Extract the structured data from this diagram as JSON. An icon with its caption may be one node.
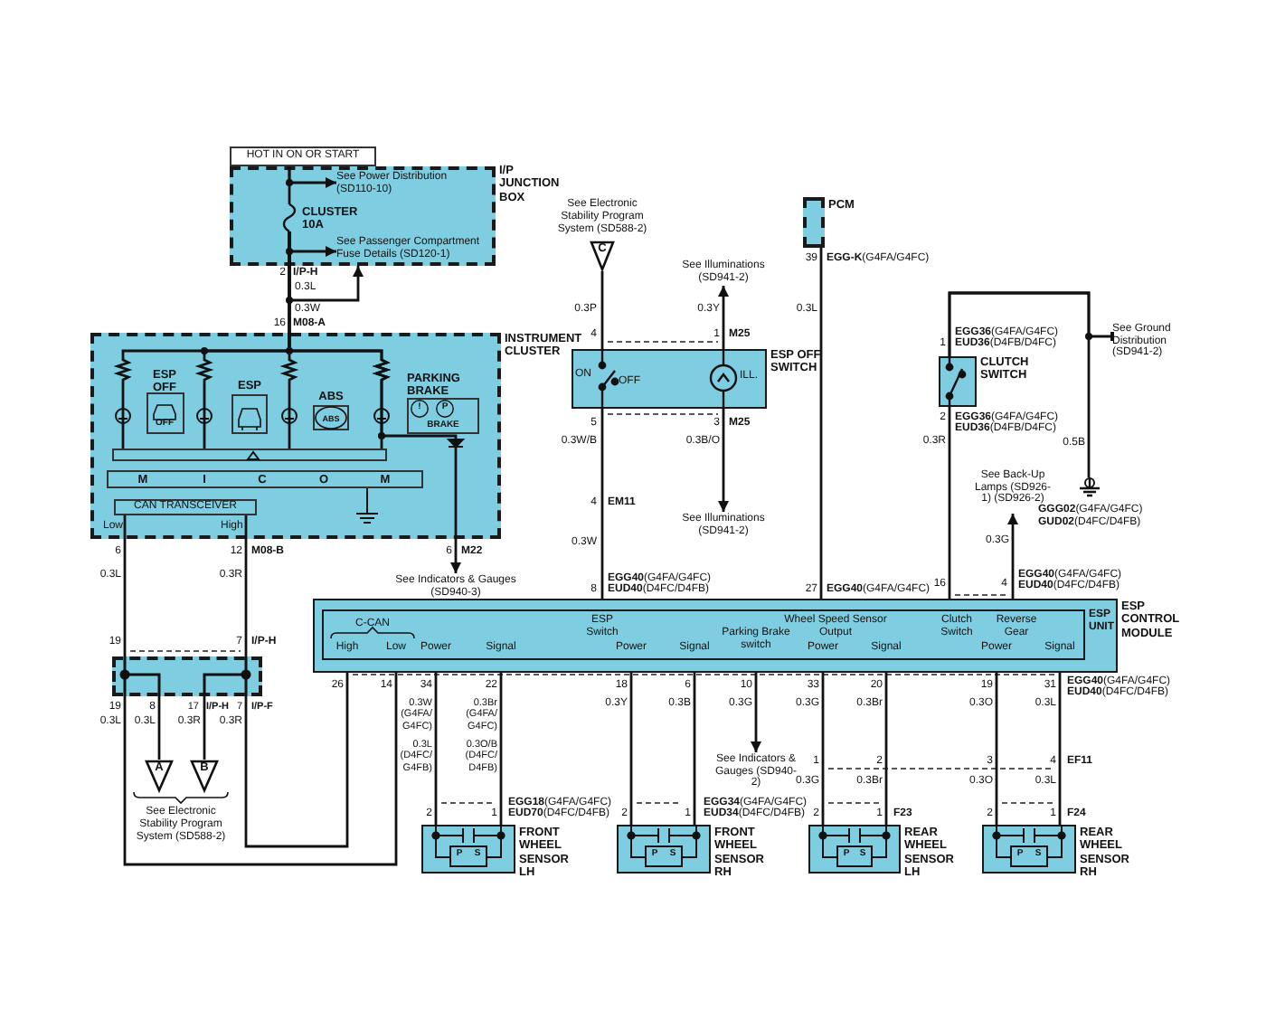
{
  "diagram": {
    "nodes": [
      {
        "text": [
          "HOT IN ON OR START"
        ]
      },
      {
        "text": [
          "I/P JUNCTION BOX"
        ]
      },
      {
        "text": [
          "See Power Distribution (SD110-10)"
        ],
        "in": 1
      },
      {
        "text": [
          "CLUSTER 10A"
        ],
        "in": 1
      },
      {
        "text": [
          "See Passenger Compartment Fuse Details (SD120-1)"
        ],
        "in": 1
      },
      {
        "text": [
          "INSTRUMENT CLUSTER"
        ]
      },
      {
        "text": [
          "ESP OFF",
          "OFF"
        ],
        "in": 5
      },
      {
        "text": [
          "ESP"
        ],
        "in": 5
      },
      {
        "text": [
          "ABS",
          "ABS"
        ],
        "in": 5
      },
      {
        "text": [
          "PARKING BRAKE",
          "!",
          "P",
          "BRAKE"
        ],
        "in": 5
      },
      {
        "text": [],
        "shape": "bar",
        "in": 5
      },
      {
        "text": [
          "M",
          "I",
          "C",
          "O",
          "M"
        ],
        "in": 5
      },
      {
        "text": [
          "CAN TRANSCEIVER"
        ],
        "in": 5
      },
      {
        "text": [
          "See Indicators & Gauges (SD940-3)"
        ]
      },
      {
        "text": [],
        "shape": "box"
      },
      {
        "text": [
          "A"
        ]
      },
      {
        "text": [
          "B"
        ]
      },
      {
        "text": [
          "C"
        ]
      },
      {
        "text": [
          "See Illuminations (SD941-2)"
        ]
      },
      {
        "text": [
          "ESP OFF SWITCH",
          "ON",
          "OFF",
          "ILL."
        ]
      },
      {
        "text": [
          "See Illuminations (SD941-2)"
        ]
      },
      {
        "text": [
          "PCM"
        ]
      },
      {
        "text": [
          "CLUTCH SWITCH"
        ]
      },
      {
        "text": [
          "See Ground Distribution (SD941-2)"
        ]
      },
      {
        "text": [],
        "shape": "ground"
      },
      {
        "text": [
          "See Back-Up Lamps (SD926-1) (SD926-2)"
        ]
      },
      {
        "text": [
          "ESP CONTROL MODULE"
        ]
      },
      {
        "text": [
          "C-CAN",
          "High",
          "Low",
          "Power",
          "Signal",
          "ESP Switch",
          "Power",
          "Signal",
          "Parking Brake switch",
          "Wheel Speed Sensor Output",
          "Power",
          "Signal",
          "Clutch Switch",
          "Reverse Gear",
          "Power",
          "Signal",
          "ESP UNIT"
        ],
        "in": 26
      },
      {
        "text": [
          "See Indicators & Gauges (SD940-2)"
        ]
      },
      {
        "text": [
          "P",
          "S",
          "FRONT WHEEL SENSOR LH"
        ]
      },
      {
        "text": [
          "P",
          "S",
          "FRONT WHEEL SENSOR RH"
        ]
      },
      {
        "text": [
          "P",
          "S",
          "REAR WHEEL SENSOR LH"
        ]
      },
      {
        "text": [
          "P",
          "S",
          "REAR WHEEL SENSOR RH"
        ]
      }
    ],
    "edges": [
      {
        "from": 0,
        "to": 3,
        "arrow": "none"
      },
      {
        "from": 0,
        "to": 2,
        "arrow": "to"
      },
      {
        "from": 3,
        "to": 4,
        "arrow": "to"
      },
      {
        "from": 3,
        "to": 1,
        "arrow": "to"
      },
      {
        "from": 3,
        "to": 10,
        "arrow": "none"
      },
      {
        "from": 3,
        "to": 10,
        "arrow": "none"
      },
      {
        "from": 3,
        "to": 10,
        "arrow": "none"
      },
      {
        "from": 3,
        "to": 10,
        "arrow": "none"
      },
      {
        "from": 3,
        "to": 13,
        "arrow": "to"
      },
      {
        "from": 12,
        "to": 14,
        "arrow": "none"
      },
      {
        "from": 12,
        "to": 14,
        "arrow": "none"
      },
      {
        "from": 14,
        "to": 15,
        "arrow": "none"
      },
      {
        "from": 14,
        "to": 16,
        "arrow": "none"
      },
      {
        "from": 14,
        "to": 26,
        "arrow": "none"
      },
      {
        "from": 14,
        "to": 26,
        "arrow": "none"
      },
      {
        "from": 17,
        "to": 19,
        "arrow": "none"
      },
      {
        "from": 19,
        "to": 18,
        "arrow": "to"
      },
      {
        "from": 19,
        "to": 20,
        "arrow": "to"
      },
      {
        "from": 19,
        "to": 26,
        "arrow": "none"
      },
      {
        "from": 21,
        "to": 26,
        "arrow": "none"
      },
      {
        "from": 22,
        "to": 26,
        "arrow": "none"
      },
      {
        "from": 22,
        "to": 24,
        "arrow": "none"
      },
      {
        "from": 22,
        "to": 23,
        "arrow": "other"
      },
      {
        "from": 26,
        "to": 25,
        "arrow": "to"
      },
      {
        "from": 26,
        "to": 29,
        "arrow": "none"
      },
      {
        "from": 26,
        "to": 29,
        "arrow": "none"
      },
      {
        "from": 26,
        "to": 30,
        "arrow": "none"
      },
      {
        "from": 26,
        "to": 30,
        "arrow": "none"
      },
      {
        "from": 26,
        "to": 28,
        "arrow": "to"
      },
      {
        "from": 26,
        "to": 31,
        "arrow": "none"
      },
      {
        "from": 26,
        "to": 31,
        "arrow": "none"
      },
      {
        "from": 26,
        "to": 32,
        "arrow": "none"
      },
      {
        "from": 26,
        "to": 32,
        "arrow": "none"
      }
    ],
    "labels": [
      "2",
      "I/P-H",
      "0.3L",
      "0.3W",
      "16",
      "M08-A",
      "Low",
      "High",
      "6",
      "12",
      "M08-B",
      "6",
      "M22",
      "0.3L",
      "0.3R",
      "See Electronic Stability Program System (SD588-2)",
      "0.3P",
      "4",
      "0.3Y",
      "1",
      "M25",
      "5",
      "0.3W/B",
      "3",
      "M25",
      "0.3B/O",
      "4",
      "EM11",
      "0.3W",
      "8",
      "**EGG40**(G4FA/G4FC)",
      "**EUD40**(D4FC/D4FB)",
      "39",
      "**EGG-K**(G4FA/G4FC)",
      "0.3L",
      "27",
      "**EGG40**(G4FA/G4FC)",
      "1",
      "**EGG36**(G4FA/G4FC)",
      "**EUD36**(D4FB/D4FC)",
      "2",
      "**EGG36**(G4FA/G4FC)",
      "**EUD36**(D4FB/D4FC)",
      "0.3R",
      "0.5B",
      "**GGG02**(G4FA/G4FC) **GUD02**(D4FC/D4FB)",
      "0.3G",
      "16",
      "4",
      "**EGG40**(G4FA/G4FC)",
      "**EUD40**(D4FC/D4FB)",
      "19",
      "7",
      "I/P-H",
      "19",
      "8",
      "17",
      "I/P-H",
      "7",
      "I/P-F",
      "0.3L",
      "0.3L",
      "0.3R",
      "0.3R",
      "See Electronic Stability Program System (SD588-2)",
      "26",
      "14",
      "34",
      "22",
      "18",
      "6",
      "10",
      "33",
      "20",
      "19",
      "31",
      "**EGG40**(G4FA/G4FC)",
      "**EUD40**(D4FC/D4FB)",
      "0.3W (G4FA/ G4FC)",
      "0.3L (D4FC/ G4FB)",
      "0.3Br (G4FA/ G4FC)",
      "0.3O/B (D4FC/ D4FB)",
      "0.3Y",
      "0.3B",
      "0.3G",
      "0.3G",
      "0.3Br",
      "0.3O",
      "0.3L",
      "1",
      "2",
      "3",
      "4",
      "EF11",
      "0.3G",
      "0.3Br",
      "0.3O",
      "0.3L",
      "2",
      "1",
      "**EGG18**(G4FA/G4FC)",
      "**EUD70**(D4FC/D4FB)",
      "2",
      "1",
      "**EGG34**(G4FA/G4FC)",
      "**EUD34**(D4FC/D4FB)",
      "2",
      "1",
      "F23",
      "2",
      "1",
      "F24"
    ]
  }
}
